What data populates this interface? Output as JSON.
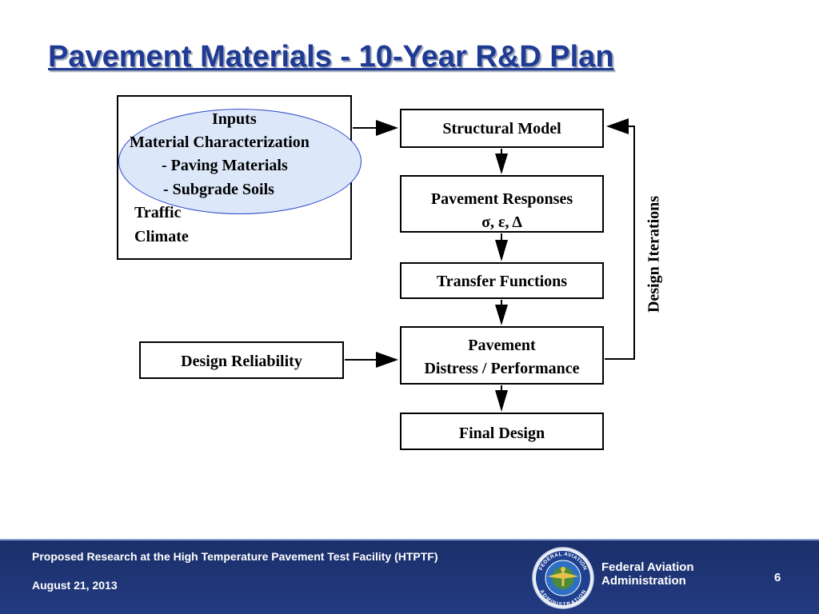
{
  "slide": {
    "title": "Pavement Materials - 10-Year R&D Plan"
  },
  "diagram": {
    "inputs": {
      "heading": "Inputs",
      "material": "Material Characterization",
      "paving": "- Paving Materials",
      "subgrade": "- Subgrade Soils",
      "traffic": "Traffic",
      "climate": "Climate"
    },
    "structural_model": "Structural Model",
    "pavement_responses": {
      "line1": "Pavement Responses",
      "line2": "σ, ε, Δ"
    },
    "transfer_functions": "Transfer Functions",
    "distress": {
      "line1": "Pavement",
      "line2": "Distress / Performance"
    },
    "final_design": "Final Design",
    "design_reliability": "Design Reliability",
    "design_iterations": "Design Iterations"
  },
  "footer": {
    "project": "Proposed Research at the High Temperature Pavement Test Facility (HTPTF)",
    "date": "August 21, 2013",
    "agency_line1": "Federal Aviation",
    "agency_line2": "Administration",
    "page_number": "6",
    "seal_text_top": "FEDERAL AVIATION",
    "seal_text_bottom": "ADMINISTRATION"
  },
  "colors": {
    "title": "#1f3a93",
    "footer_bg": "#1b2f6a",
    "ellipse_fill": "#dce8fa",
    "ellipse_stroke": "#2a43c8"
  }
}
